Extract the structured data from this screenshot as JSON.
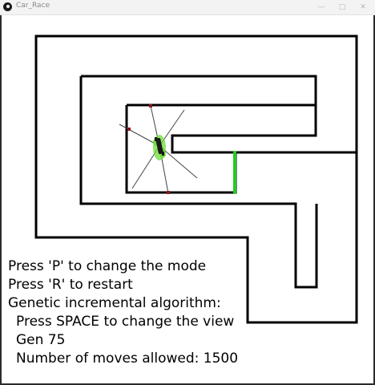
{
  "window": {
    "title": "Car_Race",
    "controls": {
      "minimize": "—",
      "maximize": "□",
      "close": "✕"
    }
  },
  "colors": {
    "track_walls": "#000000",
    "finish_line": "#22cc22",
    "sensor_rays": "#444444",
    "sensor_hits": "#8b1a1a",
    "car_body": "#1a1a1a",
    "car_glow": "#6ddc3a"
  },
  "icons": {
    "app": "processing-app-icon"
  },
  "hud": {
    "line_mode": "Press 'P' to change the mode",
    "line_restart": "Press 'R' to restart",
    "line_algorithm": "Genetic incremental algorithm:",
    "line_view": "Press SPACE to change the view",
    "line_generation": "Gen 75",
    "line_moves": "Number of moves allowed: 1500"
  }
}
